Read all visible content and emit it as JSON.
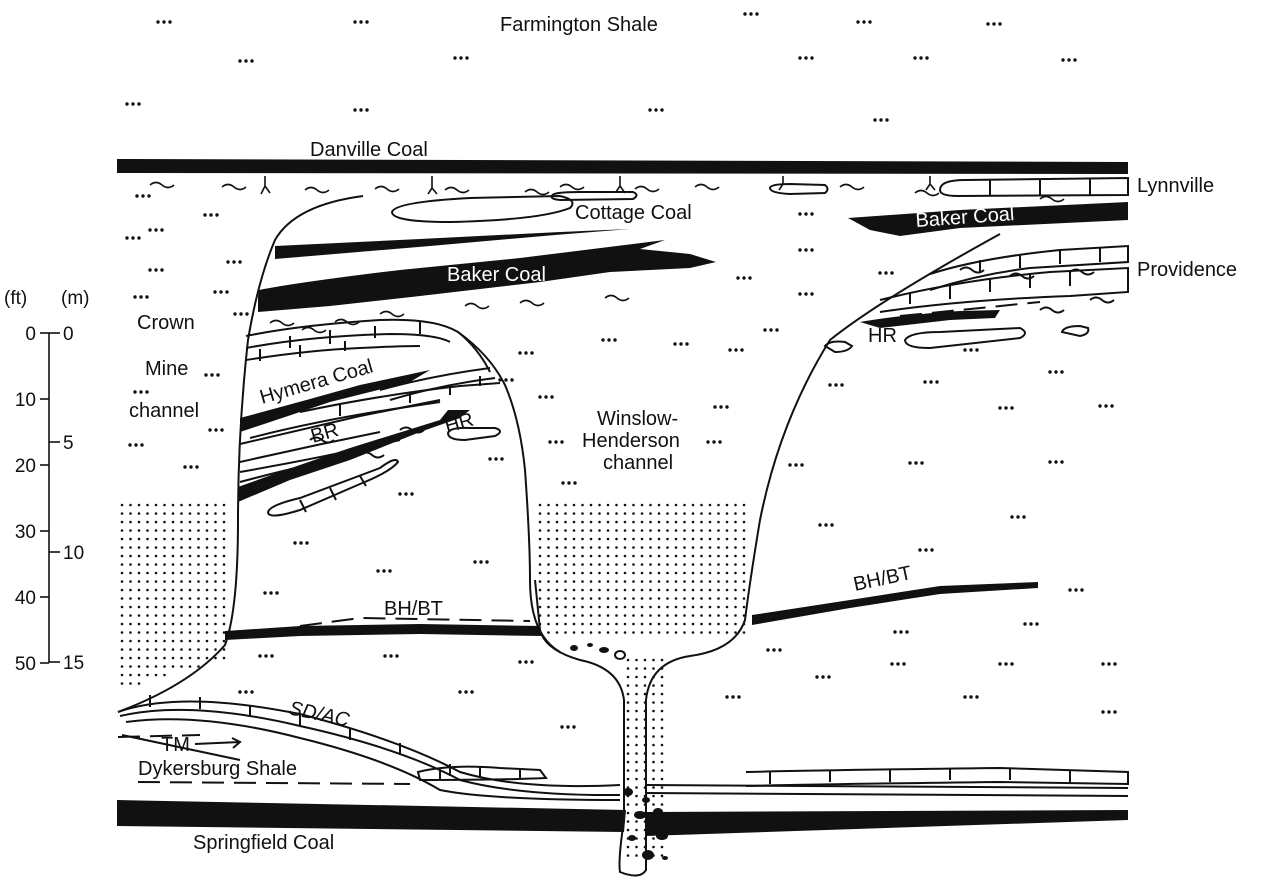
{
  "labels": {
    "farmington_shale": "Farmington Shale",
    "danville_coal": "Danville Coal",
    "lynnville": "Lynnville",
    "cottage_coal": "Cottage Coal",
    "baker_coal_left": "Baker Coal",
    "baker_coal_right": "Baker Coal",
    "providence": "Providence",
    "crown_mine_channel": [
      "Crown",
      "Mine",
      "channel"
    ],
    "hymera_coal": "Hymera Coal",
    "br": "BR",
    "hr_left": "HR",
    "hr_right": "HR",
    "winslow_henderson_channel": [
      "Winslow-",
      "Henderson",
      "channel"
    ],
    "bh_bt_left": "BH/BT",
    "bh_bt_right": "BH/BT",
    "sd_ac": "SD/AC",
    "tm": "TM",
    "dykersburg_shale": "Dykersburg Shale",
    "springfield_coal": "Springfield Coal"
  },
  "scale": {
    "ft_unit": "(ft)",
    "m_unit": "(m)",
    "ft_ticks": [
      "0",
      "10",
      "20",
      "30",
      "40",
      "50"
    ],
    "m_ticks": [
      "0",
      "5",
      "10",
      "15"
    ]
  },
  "colors": {
    "ink": "#111111",
    "background": "#ffffff"
  }
}
